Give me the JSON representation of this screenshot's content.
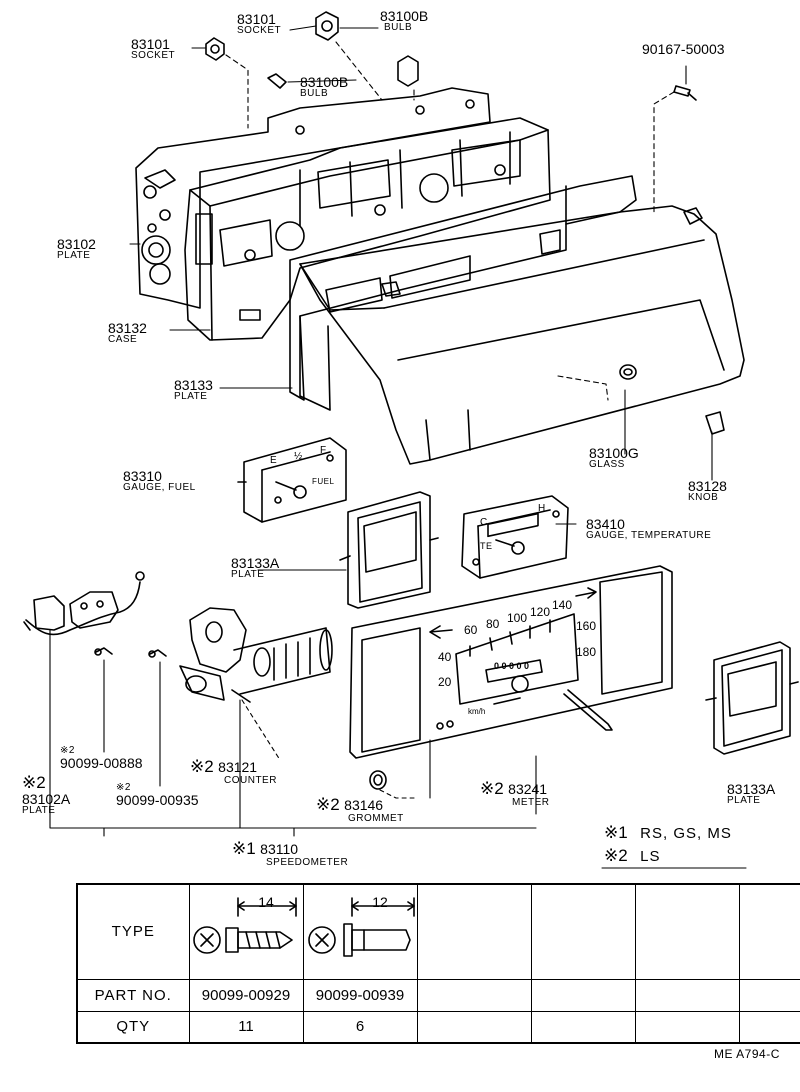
{
  "parts": [
    {
      "id": "socket-1",
      "number": "83101",
      "name": "SOCKET"
    },
    {
      "id": "socket-2",
      "number": "83101",
      "name": "SOCKET"
    },
    {
      "id": "bulb-1",
      "number": "83100B",
      "name": "BULB"
    },
    {
      "id": "bulb-2",
      "number": "83100B",
      "name": "BULB"
    },
    {
      "id": "screw-top",
      "number": "90167-50003",
      "name": ""
    },
    {
      "id": "plate-back",
      "number": "83102",
      "name": "PLATE"
    },
    {
      "id": "case",
      "number": "83132",
      "name": "CASE"
    },
    {
      "id": "plate-front",
      "number": "83133",
      "name": "PLATE"
    },
    {
      "id": "glass",
      "number": "83100G",
      "name": "GLASS"
    },
    {
      "id": "knob",
      "number": "83128",
      "name": "KNOB"
    },
    {
      "id": "gauge-fuel",
      "number": "83310",
      "name": "GAUGE, FUEL"
    },
    {
      "id": "gauge-temp",
      "number": "83410",
      "name": "GAUGE, TEMPERATURE"
    },
    {
      "id": "plate-a-left",
      "number": "83133A",
      "name": "PLATE"
    },
    {
      "id": "plate-a-right",
      "number": "83133A",
      "name": "PLATE"
    },
    {
      "id": "screw-888",
      "mark": "※2",
      "number": "90099-00888",
      "name": ""
    },
    {
      "id": "screw-935",
      "mark": "※2",
      "number": "90099-00935",
      "name": ""
    },
    {
      "id": "plate-102a",
      "mark": "※2",
      "number": "83102A",
      "name": "PLATE"
    },
    {
      "id": "counter",
      "mark": "※2",
      "number": "83121",
      "name": "COUNTER"
    },
    {
      "id": "grommet",
      "mark": "※2",
      "number": "83146",
      "name": "GROMMET"
    },
    {
      "id": "meter",
      "mark": "※2",
      "number": "83241",
      "name": "METER"
    },
    {
      "id": "speedometer",
      "mark": "※1",
      "number": "83110",
      "name": "SPEEDOMETER"
    }
  ],
  "gauge_text": {
    "fuel_e": "E",
    "fuel_half": "½",
    "fuel_f": "F",
    "fuel_word": "FUEL",
    "temp_c": "C",
    "temp_h": "H",
    "temp_word": "TE"
  },
  "speedo": {
    "ticks": [
      "20",
      "40",
      "60",
      "80",
      "100",
      "120",
      "140",
      "160",
      "180"
    ],
    "unit": "km/h",
    "odometer": "0 0 0 0 0"
  },
  "legend": [
    {
      "mark": "※1",
      "text": "RS,  GS,  MS"
    },
    {
      "mark": "※2",
      "text": "LS"
    }
  ],
  "table": {
    "row_labels": [
      "TYPE",
      "PART NO.",
      "QTY"
    ],
    "columns": [
      {
        "length": "14",
        "part_no": "90099-00929",
        "qty": "11"
      },
      {
        "length": "12",
        "part_no": "90099-00939",
        "qty": "6"
      }
    ]
  },
  "footer_code": "ME  A794-C"
}
